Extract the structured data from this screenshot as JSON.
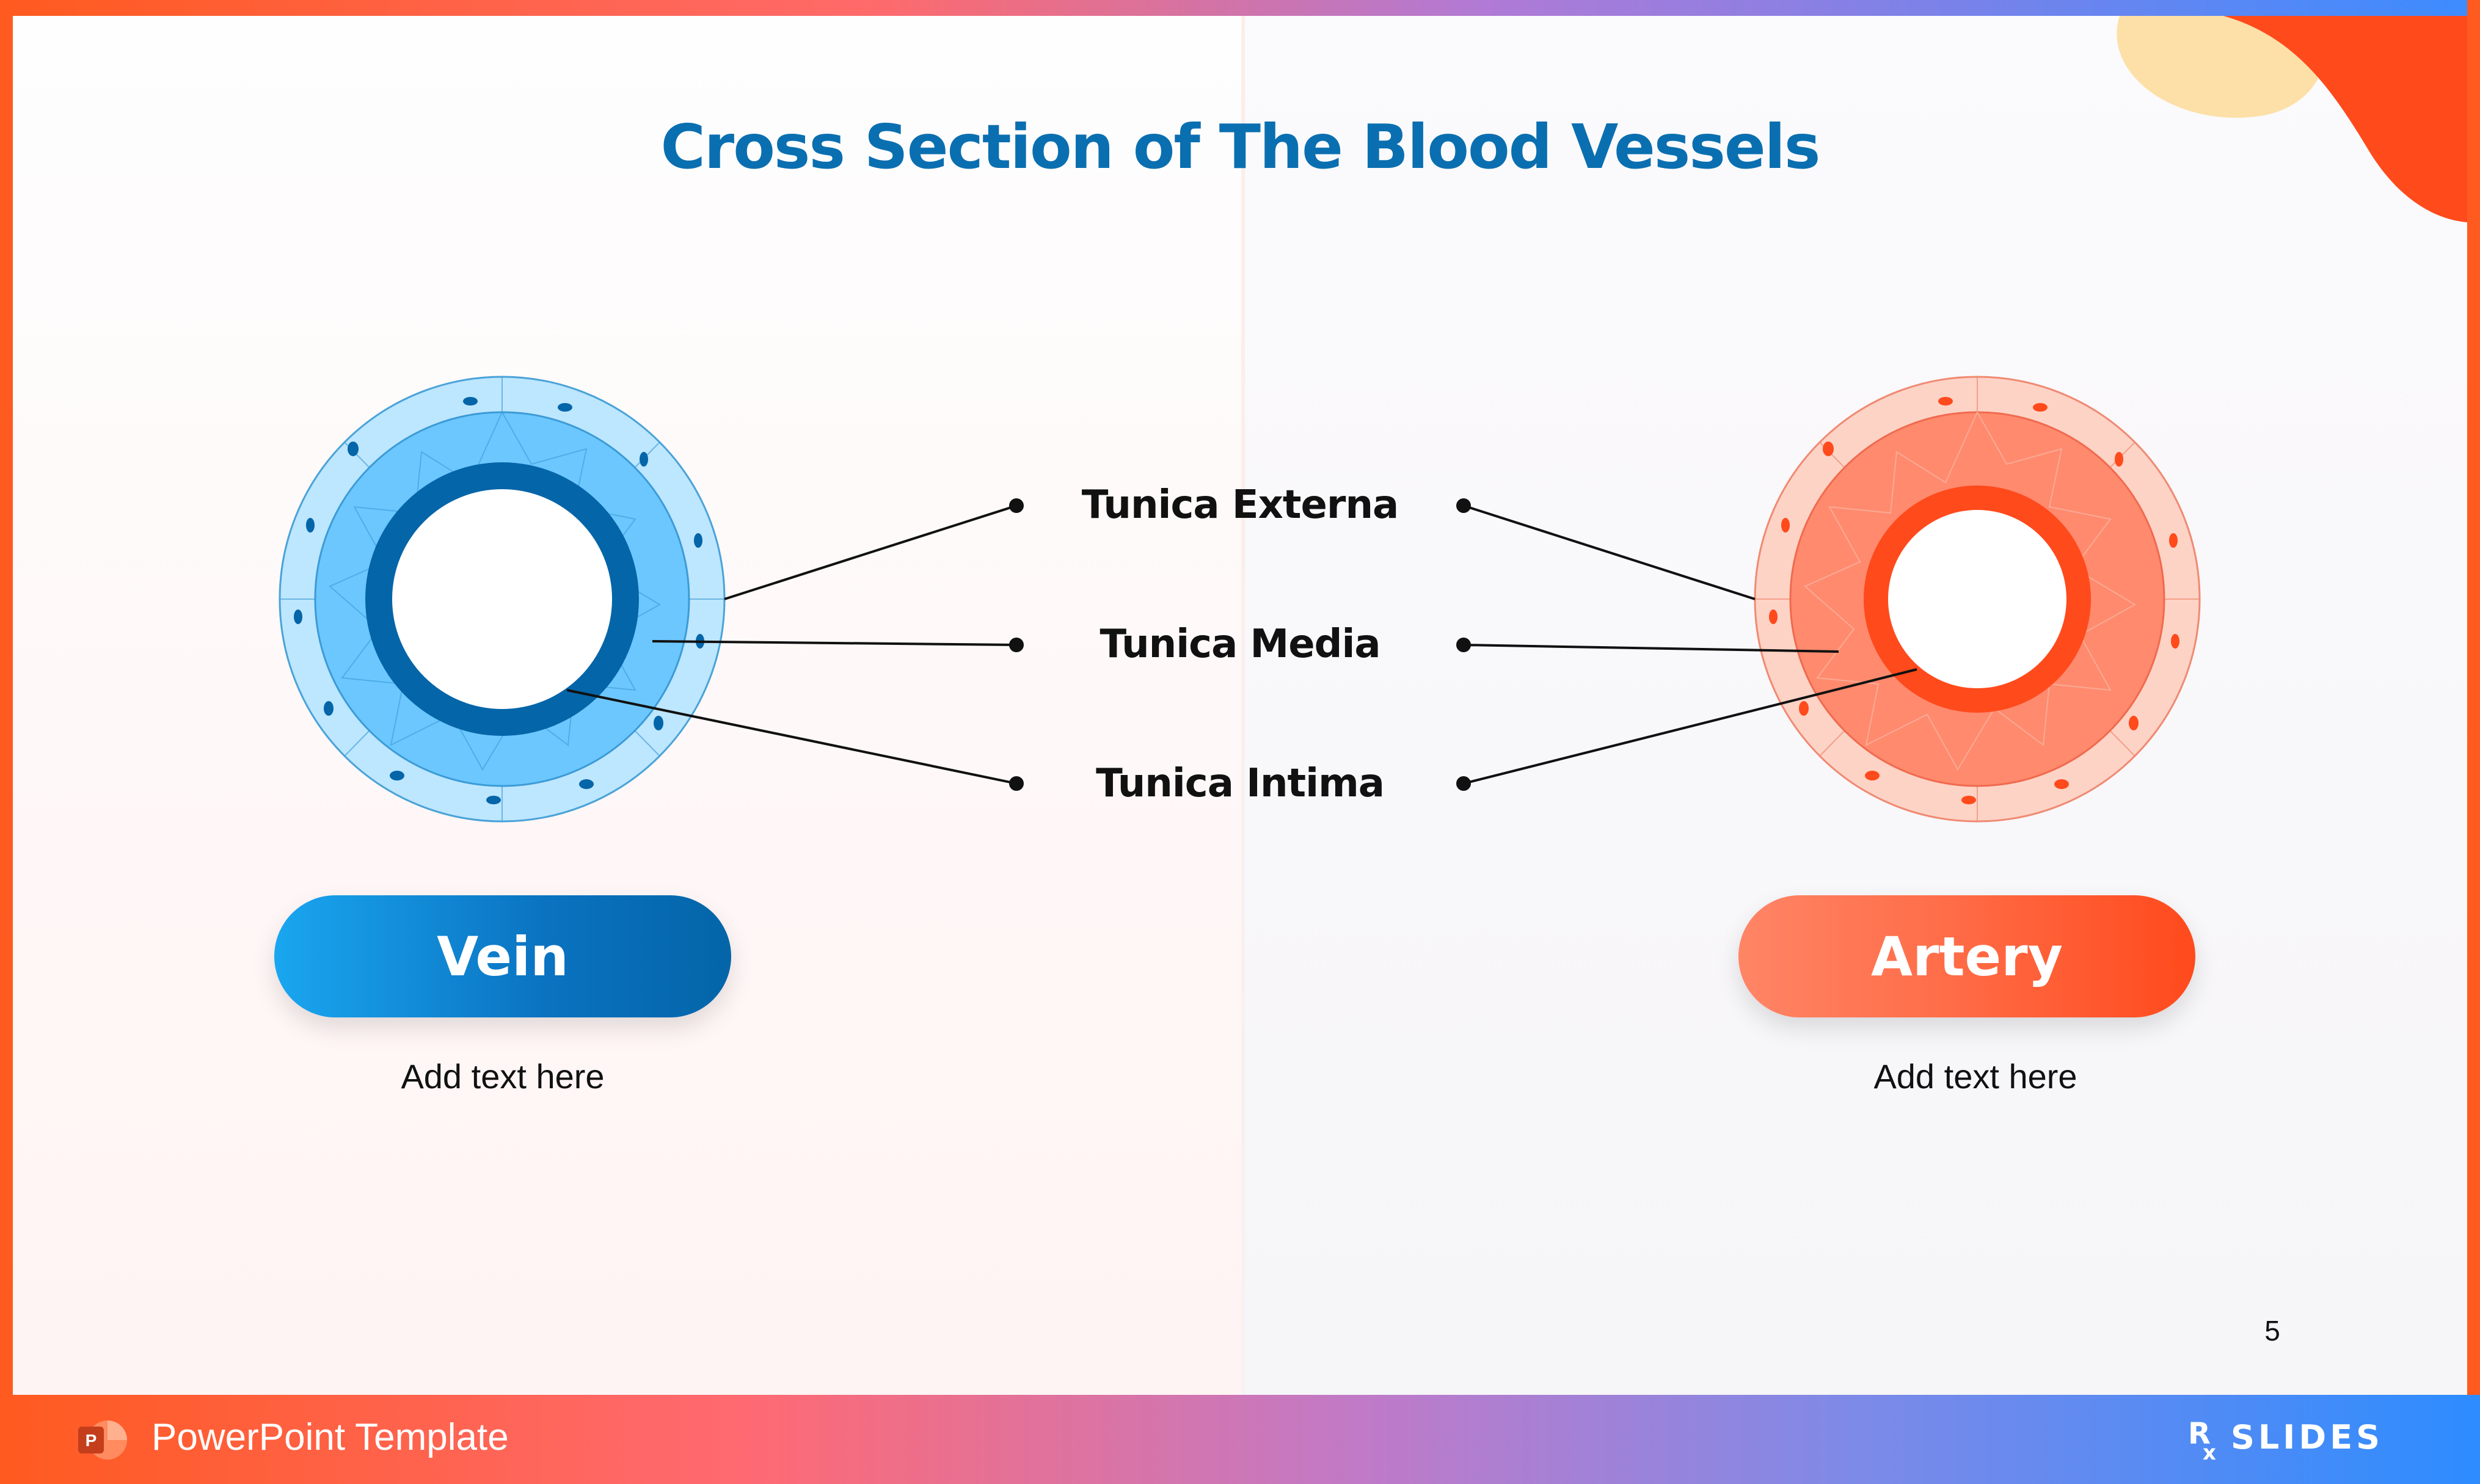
{
  "slide": {
    "title": "Cross Section of The Blood Vessels",
    "labels": [
      "Tunica Externa",
      "Tunica Media",
      "Tunica Intima"
    ],
    "vein": {
      "name": "Vein",
      "text": "Add text here"
    },
    "artery": {
      "name": "Artery",
      "text": "Add text here"
    },
    "page_number": "5"
  },
  "footer": {
    "label": "PowerPoint Template",
    "brand": "SLIDES"
  },
  "colors": {
    "title": "#0a6fb0",
    "vein_outer": "#bde6ff",
    "vein_middle": "#6cc7ff",
    "vein_inner": "#0465a8",
    "artery_outer": "#fdd3c6",
    "artery_middle": "#ff8a6e",
    "artery_inner": "#ff4a1c"
  },
  "icons": [
    "powerpoint-icon",
    "rx-slides-logo"
  ]
}
